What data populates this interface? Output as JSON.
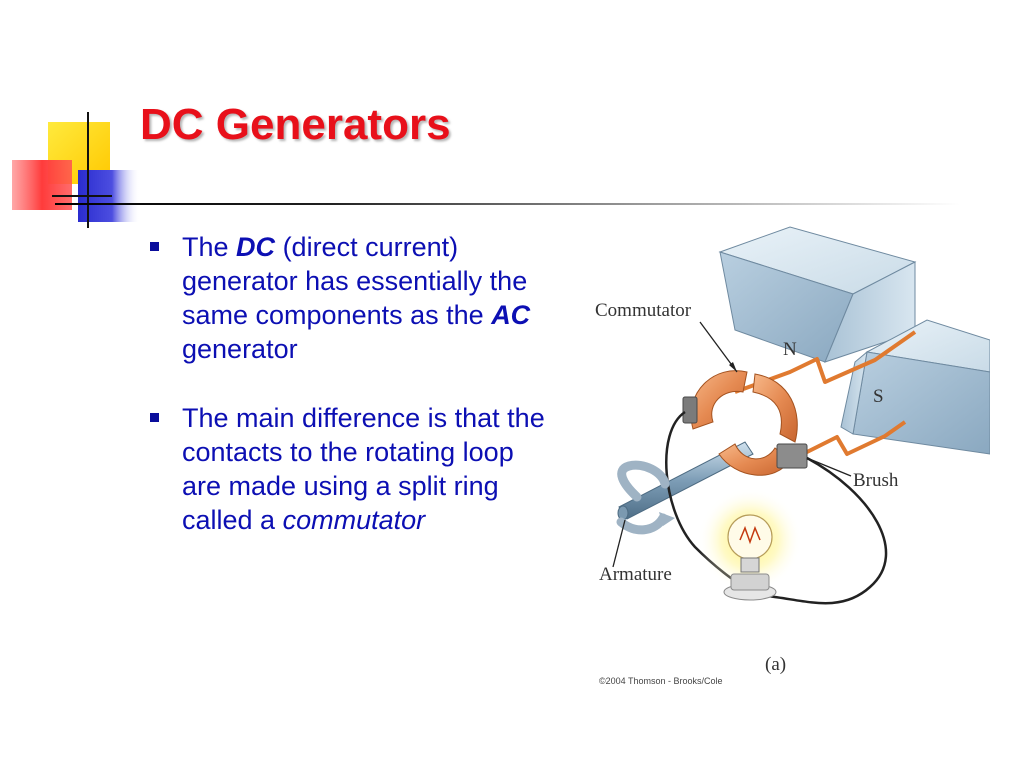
{
  "slide": {
    "title": "DC Generators",
    "colors": {
      "title": "#e8101a",
      "body_text": "#0c0fb3",
      "bullet_marker": "#0a0d9b",
      "deco_yellow": "#ffd700",
      "deco_blue": "#2a2ccf",
      "deco_red": "#ff4a4a"
    },
    "bullets": [
      {
        "t1": "The",
        "dc": "DC",
        "t2": "(direct current) generator has essentially the same components as the",
        "ac": "AC",
        "t3": "generator"
      },
      {
        "t1": "The main difference is that the contacts to the rotating loop are made using a split ring called a",
        "em": "commutator"
      }
    ]
  },
  "figure": {
    "labels": {
      "commutator": "Commutator",
      "north": "N",
      "south": "S",
      "brush": "Brush",
      "armature": "Armature",
      "panel": "(a)"
    },
    "copyright": "©2004 Thomson - Brooks/Cole"
  }
}
